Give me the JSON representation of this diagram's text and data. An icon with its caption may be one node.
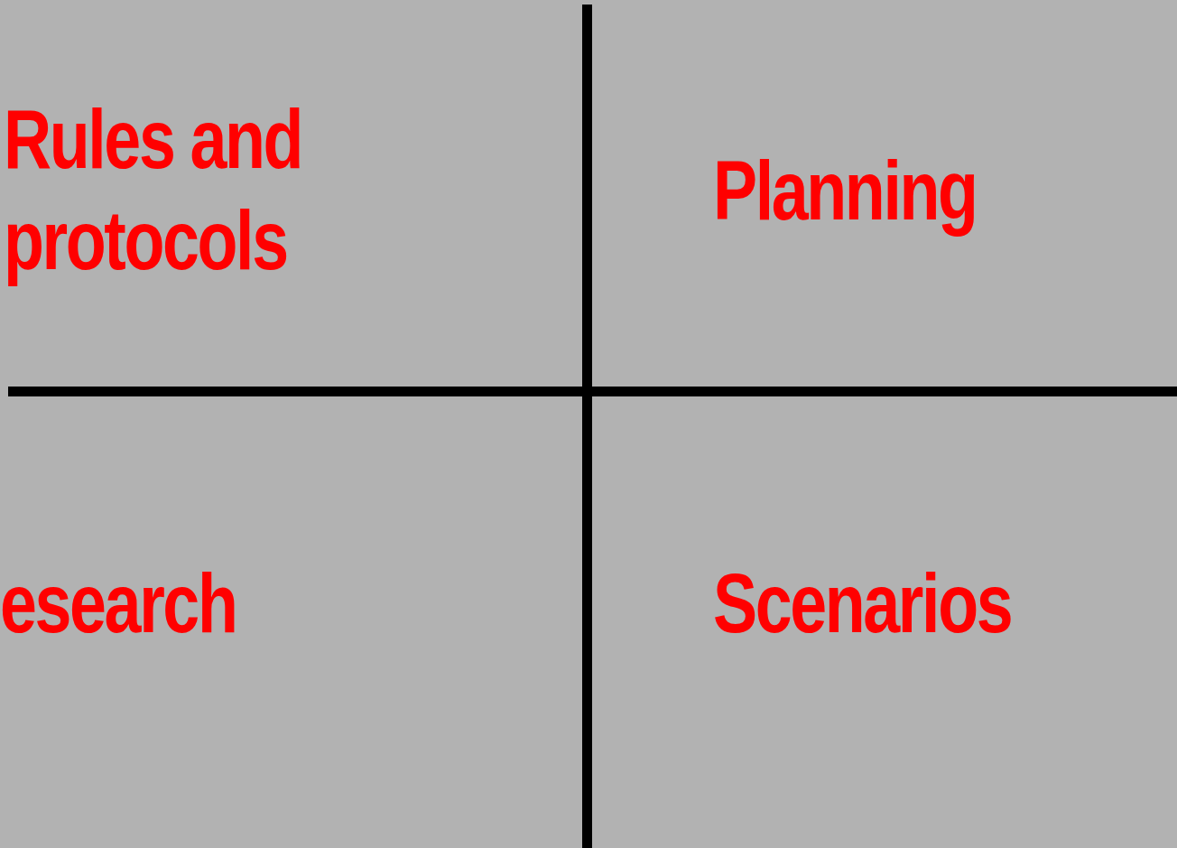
{
  "diagram": {
    "labels": [
      "Rules and protocols",
      "Planning",
      "esearch",
      "Scenarios"
    ]
  }
}
